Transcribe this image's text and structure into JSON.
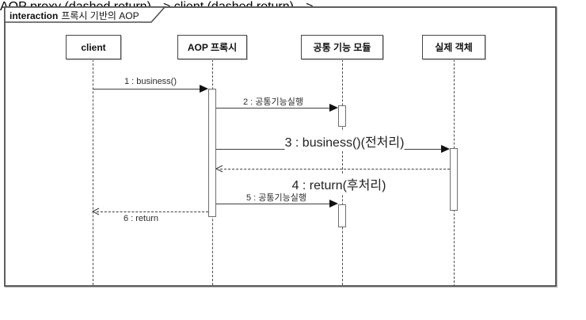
{
  "frame": {
    "keyword": "interaction",
    "title": "프록시 기반의 AOP"
  },
  "lifelines": [
    {
      "label": "client"
    },
    {
      "label": "AOP 프록시"
    },
    {
      "label": "공통 기능 모듈"
    },
    {
      "label": "실제 객체"
    }
  ],
  "messages": [
    {
      "label": "1 : business()",
      "type": "sync"
    },
    {
      "label": "2 : 공통기능실행",
      "type": "sync"
    },
    {
      "label": "3 : business()(전처리)",
      "type": "sync"
    },
    {
      "label": "4 : return(후처리)",
      "type": "return"
    },
    {
      "label": "5 : 공통기능실행",
      "type": "sync"
    },
    {
      "label": "6 : return",
      "type": "return"
    }
  ],
  "colors": {
    "line": "#3f3f3f",
    "arrow_fill": "#111111",
    "frame_border": "#5e5e5e",
    "background": "#ffffff"
  }
}
